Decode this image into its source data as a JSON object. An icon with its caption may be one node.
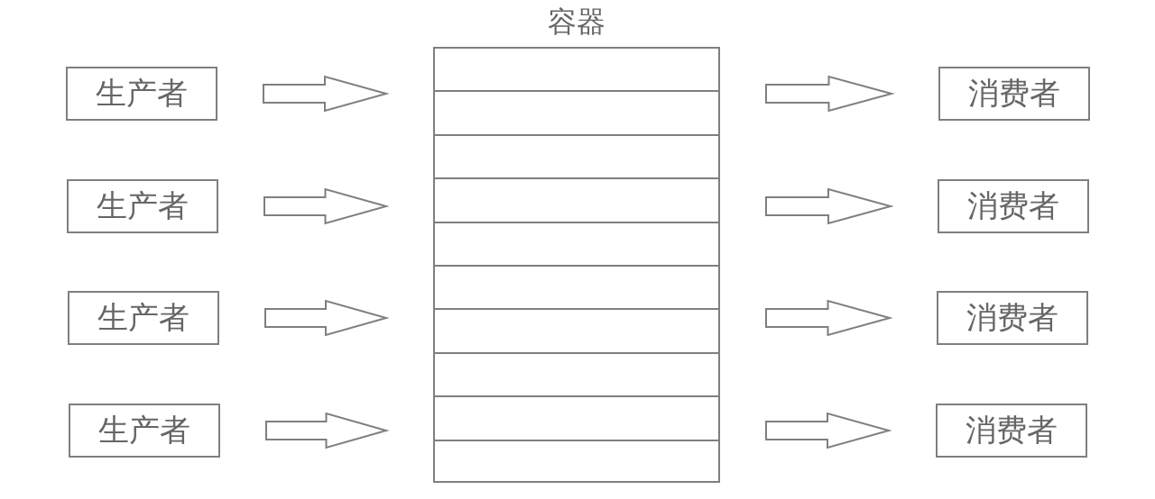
{
  "diagram": {
    "nodes": [
      {
        "text": [
          "容器"
        ]
      },
      {
        "text": [
          "生产者"
        ]
      },
      {
        "text": [
          "生产者"
        ]
      },
      {
        "text": [
          "生产者"
        ]
      },
      {
        "text": [
          "生产者"
        ]
      },
      {
        "text": [
          "消费者"
        ]
      },
      {
        "text": [
          "消费者"
        ]
      },
      {
        "text": [
          "消费者"
        ]
      },
      {
        "text": [
          "消费者"
        ]
      }
    ],
    "edges": [
      {
        "from": 1,
        "to": 0,
        "arrow": "to"
      },
      {
        "from": 2,
        "to": 0,
        "arrow": "to"
      },
      {
        "from": 3,
        "to": 0,
        "arrow": "to"
      },
      {
        "from": 4,
        "to": 0,
        "arrow": "to"
      },
      {
        "from": 0,
        "to": 5,
        "arrow": "to"
      },
      {
        "from": 0,
        "to": 6,
        "arrow": "to"
      },
      {
        "from": 0,
        "to": 7,
        "arrow": "to"
      },
      {
        "from": 0,
        "to": 8,
        "arrow": "to"
      }
    ]
  }
}
